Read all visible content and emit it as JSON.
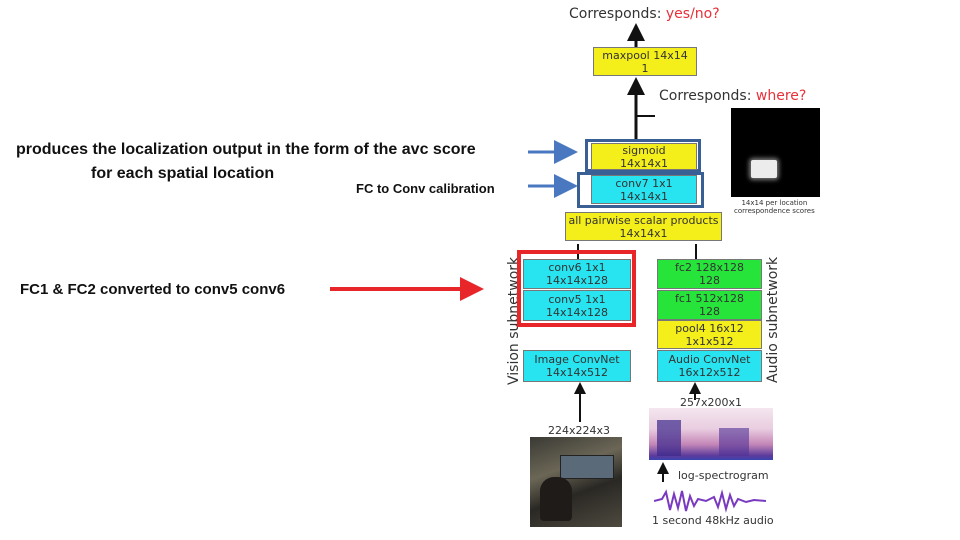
{
  "annotations": {
    "localization_line1": "produces the localization output in the form of the avc score",
    "localization_line2": "for each spatial location",
    "calibration": "FC to Conv calibration",
    "fc_converted": "FC1 & FC2 converted to conv5 conv6"
  },
  "diagram": {
    "top_prefix": "Corresponds: ",
    "top_suffix": "yes/no?",
    "mid_prefix": "Corresponds: ",
    "mid_suffix": "where?",
    "maxpool": [
      "maxpool 14x14",
      "1"
    ],
    "sigmoid": [
      "sigmoid",
      "14x14x1"
    ],
    "conv7": [
      "conv7 1x1",
      "14x14x1"
    ],
    "pairwise": [
      "all pairwise scalar products",
      "14x14x1"
    ],
    "conv6": [
      "conv6 1x1",
      "14x14x128"
    ],
    "conv5": [
      "conv5 1x1",
      "14x14x128"
    ],
    "image_convnet": [
      "Image ConvNet",
      "14x14x512"
    ],
    "fc2": [
      "fc2 128x128",
      "128"
    ],
    "fc1": [
      "fc1 512x128",
      "128"
    ],
    "pool4": [
      "pool4 16x12",
      "1x1x512"
    ],
    "audio_convnet": [
      "Audio ConvNet",
      "16x12x512"
    ],
    "vision_label": "Vision subnetwork",
    "audio_label": "Audio subnetwork",
    "map_caption": [
      "14x14 per location",
      "correspondence scores"
    ],
    "image_size": "224x224x3",
    "spec_size": "257x200x1",
    "spectrogram_label": "log-spectrogram",
    "audio_label_bottom": "1 second 48kHz audio"
  },
  "colors": {
    "yellow": "#f4ee1a",
    "cyan": "#27e4f0",
    "green": "#27e43a",
    "red_highlight": "#e8262a",
    "blue_arrow": "#4a78c0",
    "blue_frame": "#3a5f95"
  }
}
